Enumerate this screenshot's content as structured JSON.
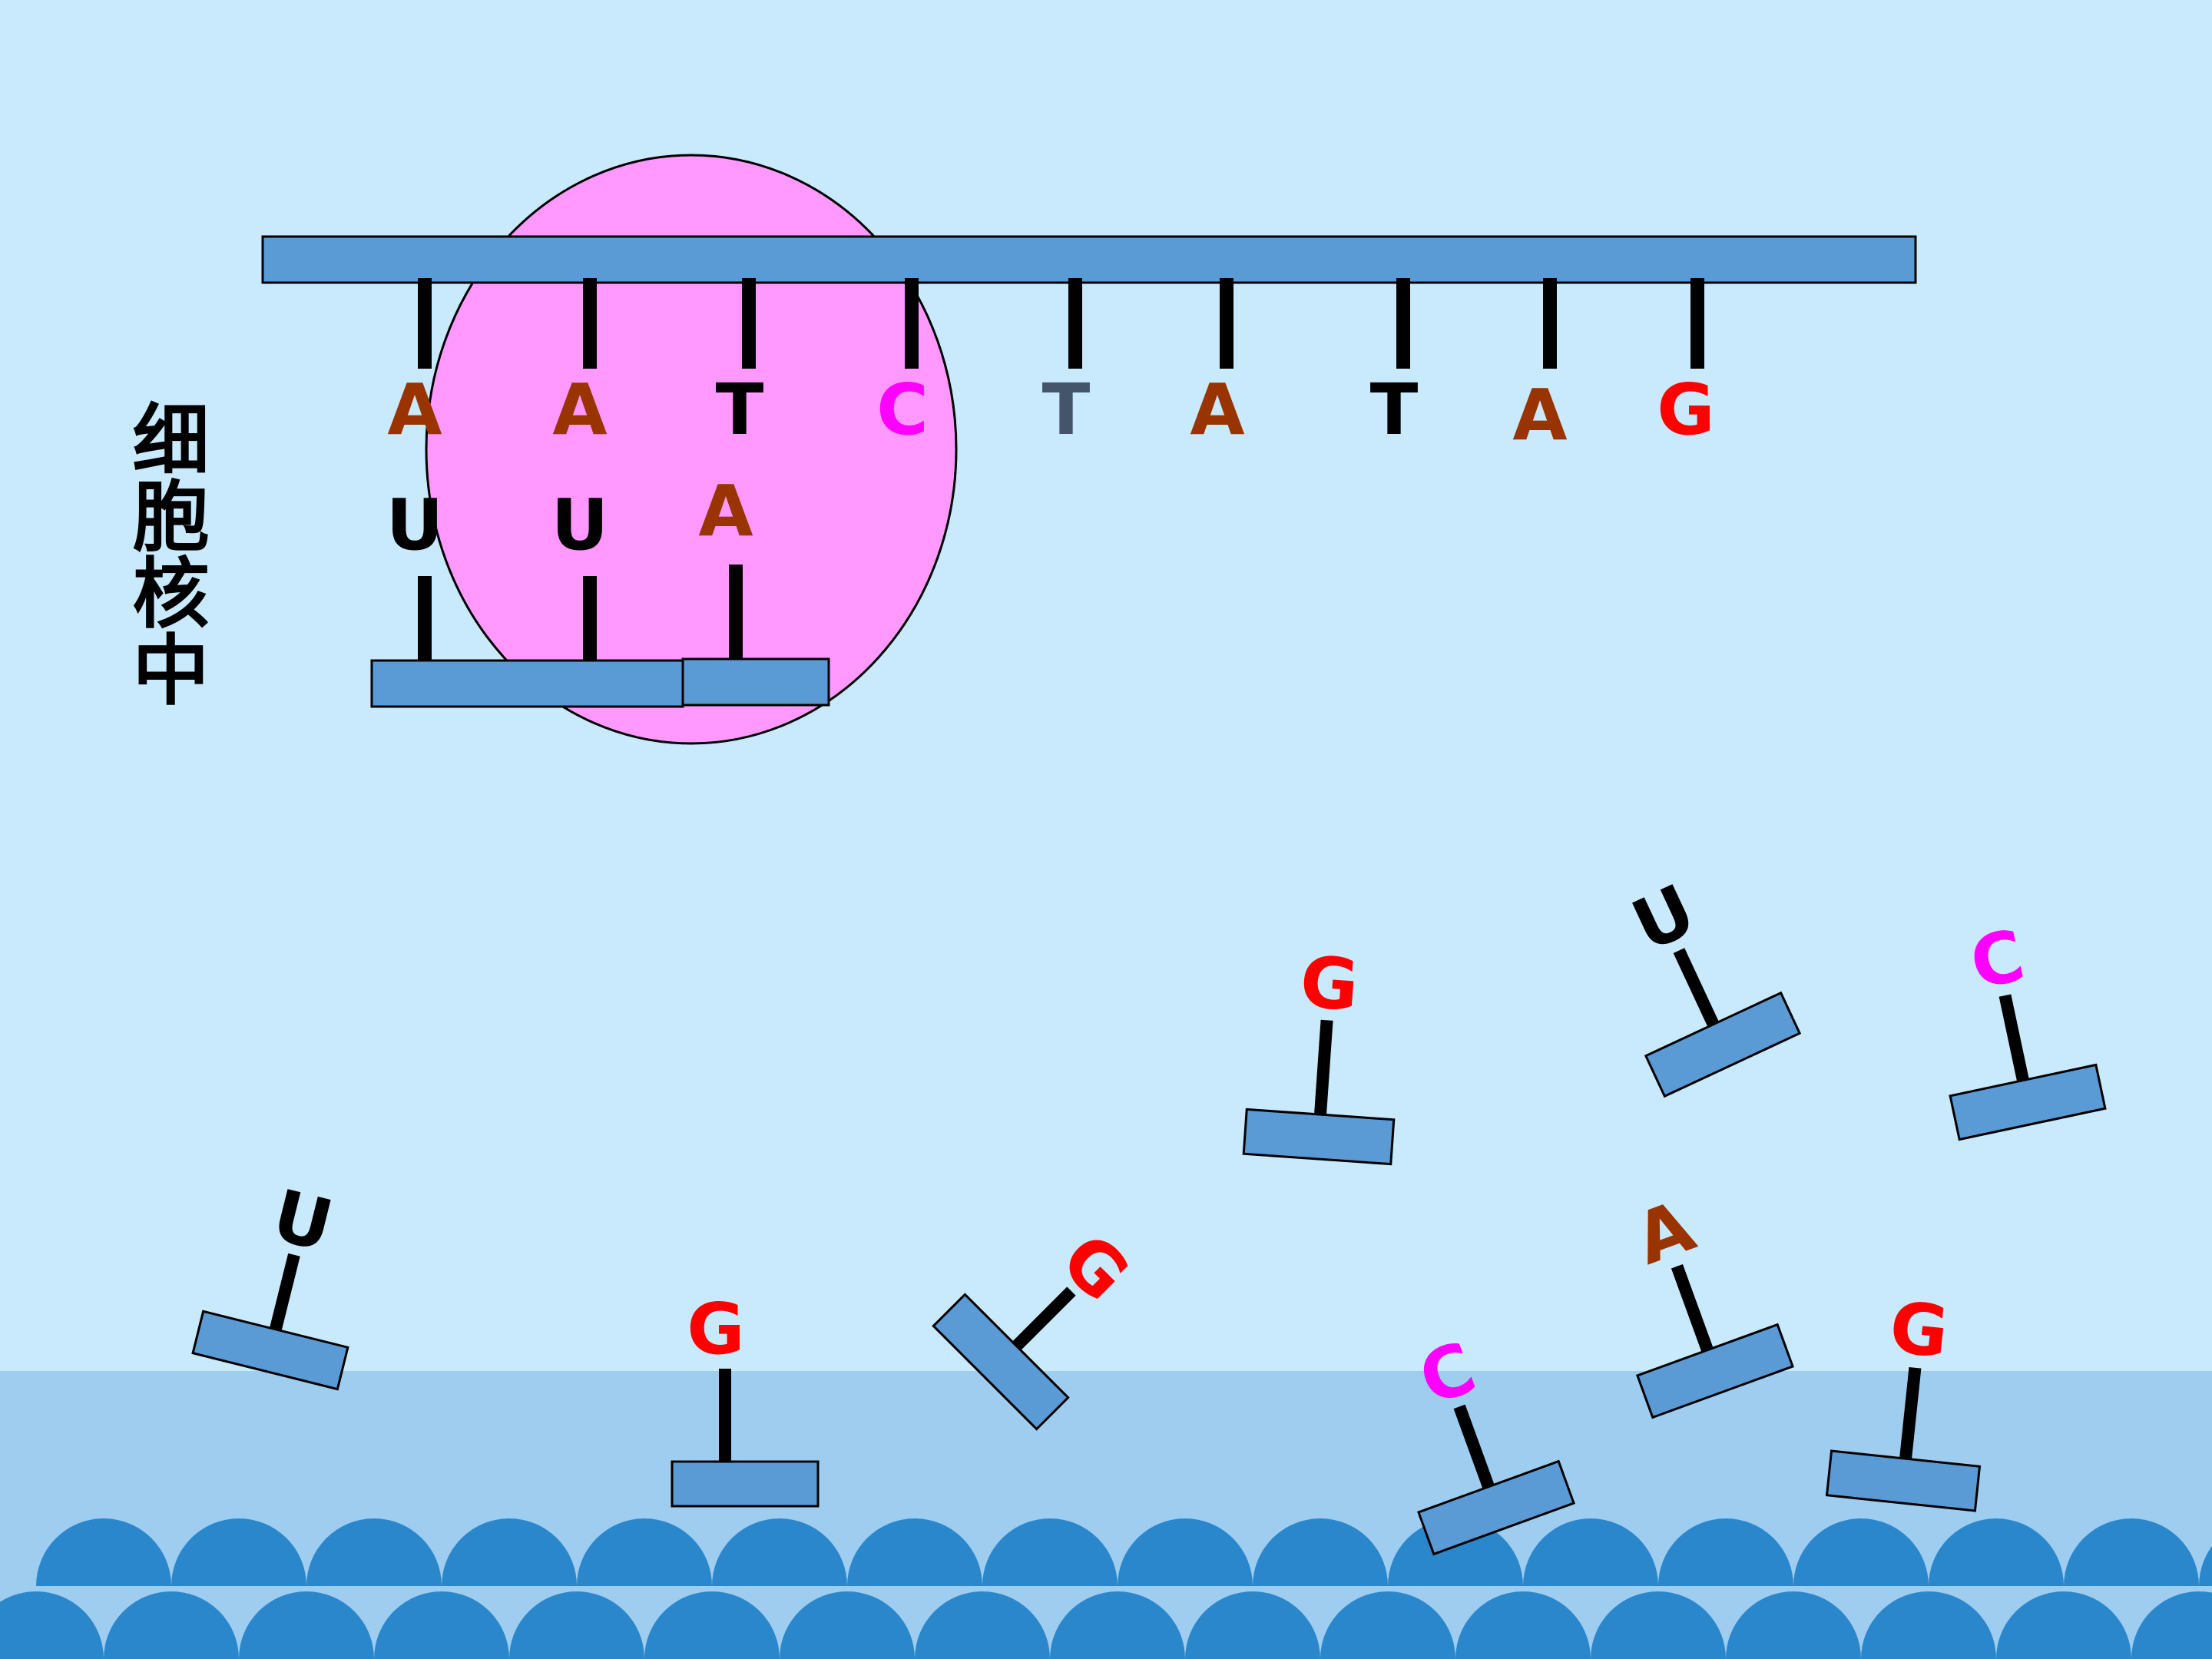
{
  "side_label": "细胞核中",
  "dna_bases": [
    "A",
    "A",
    "T",
    "C",
    "T",
    "A",
    "T",
    "A",
    "G"
  ],
  "rna_bases": [
    "U",
    "U",
    "A"
  ],
  "free_nucleotides": [
    "U",
    "G",
    "G",
    "G",
    "C",
    "U",
    "A",
    "C",
    "G"
  ],
  "colors": {
    "background": "#c8eafc",
    "strand": "#5b9bd5",
    "nucleus": "#ff99ff",
    "ground": "#9ecdf0",
    "hill": "#2b87cc",
    "A": "#993300",
    "T": "#000000",
    "T_grey": "#44546a",
    "C": "#ff00ff",
    "G": "#ff0000",
    "U": "#000000"
  }
}
